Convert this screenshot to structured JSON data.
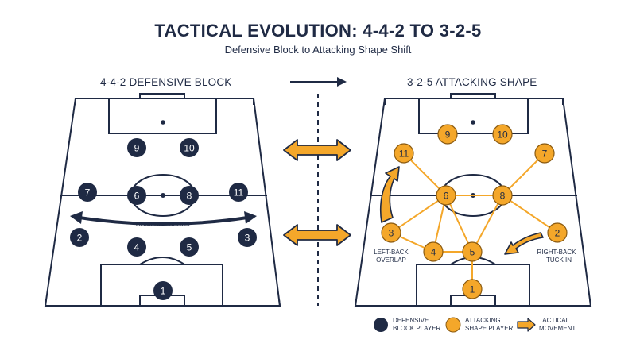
{
  "title": "TACTICAL EVOLUTION: 4-4-2 TO 3-2-5",
  "subtitle": "Defensive Block to Attacking Shape Shift",
  "left_panel": {
    "title": "4-4-2 DEFENSIVE BLOCK",
    "annotation": "COMPACT BLOCK",
    "players": [
      "1",
      "2",
      "3",
      "4",
      "5",
      "6",
      "7",
      "8",
      "9",
      "10",
      "11"
    ]
  },
  "right_panel": {
    "title": "3-2-5 ATTACKING SHAPE",
    "annotation_left": [
      "LEFT-BACK",
      "OVERLAP"
    ],
    "annotation_right": [
      "RIGHT-BACK",
      "TUCK IN"
    ],
    "players": [
      "1",
      "2",
      "3",
      "4",
      "5",
      "6",
      "7",
      "8",
      "9",
      "10",
      "11"
    ]
  },
  "legend": {
    "defensive": [
      "DEFENSIVE",
      "BLOCK PLAYER"
    ],
    "attacking": [
      "ATTACKING",
      "SHAPE PLAYER"
    ],
    "movement": [
      "TACTICAL",
      "MOVEMENT"
    ]
  },
  "colors": {
    "navy": "#1f2a44",
    "orange": "#f4a72a",
    "orange_stroke": "#8a5a10"
  }
}
